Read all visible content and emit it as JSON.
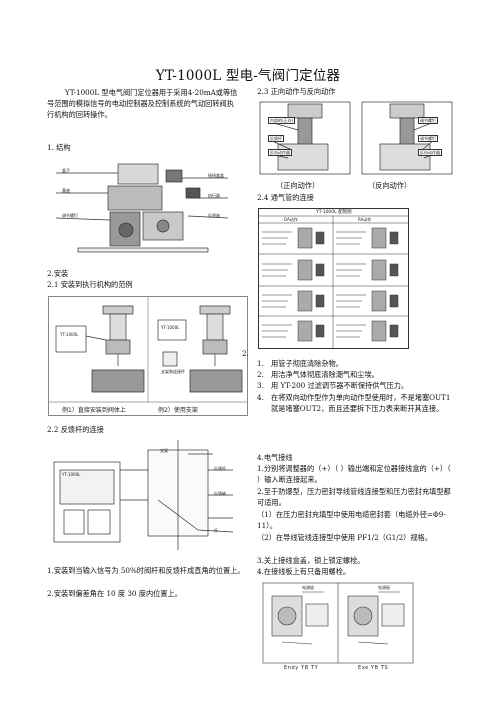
{
  "title": "YT-1000L 型电-气阀门定位器",
  "left": {
    "intro": "YT-1000L 型电气阀门定位器用于采用4-20mA或等信号范围的模拟信号的电动控制器及控制系统的气动回转阀执行机构的回转操作。",
    "sec1": "1.  结构",
    "sec2": "2.安装",
    "sec2_1": "2.1 安装到执行机构的范例",
    "fig2_label_model": "YT-1000L",
    "fig2_label_bracket": "支架和连接件",
    "fig2_caption1": "例1）直接安装到阀体上",
    "fig2_caption2": "例2）使用支架",
    "sec2_2": "2.2 反馈杆的连接",
    "fig3_labels": [
      "YT-1000L",
      "支架",
      "反馈杆",
      "反馈轴",
      "杆"
    ],
    "install1": "1.安装到当输入信号为 50%时阀杆和反馈杆成直角的位置上。",
    "install2": "2.安装到偏差角在 10 度 30 度内位置上。",
    "fig1_labels": [
      "盖子",
      "基座",
      "调节螺钉",
      "接线盒盖",
      "执行器",
      "反馈轴"
    ]
  },
  "right": {
    "sec2_3": "2.3 正向动作与反向动作",
    "fig4_labels_left": [
      "内部的(正向)",
      "反馈杆",
      "反向动作器"
    ],
    "fig4_labels_right": [
      "调节螺钉",
      "调节螺钉",
      "反向动作器"
    ],
    "fwd": "（正向动作）",
    "rev": "（反向动作）",
    "sec2_4": "2.4 通气管的连接",
    "table_title": "YT-1000L 配管图",
    "table_cols": [
      "DA动作",
      "RA动作"
    ],
    "marker2": "2.",
    "steps": [
      "用管子彻底清除杂物。",
      "用洁净气体彻底清除潮气和尘埃。",
      "用 YT-200 过滤调节器不断保持供气压力。",
      "在将双向动作型作为单向动作型使用时，不是堵塞OUT1就是堵塞OUT2，而且还要拆下压力表来断开其连接。"
    ],
    "sec4": "4.电气接线",
    "e1": "1.分别将调整器的（+）（ ）输出端和定位器接线盒的（+）（ ）输入断连接起来。",
    "e2": "2.至于防爆型，压力密封导线管线连接型和压力密封充填型都可适用。",
    "e3": "（1）在压力密封充填型中使用电缆密封套（电缆外径=Φ9-11）。",
    "e4": "（2）在导线管线连接型中使用 PF1/2（G1/2）规格。",
    "e5": "3.关上接线盒盖，锁上锁定螺栓。",
    "e6": "4.在接线板上有只备用螺栓。",
    "fig6_cap_left": "Endy YB TY",
    "fig6_cap_right": "Exe YB TS",
    "fig6_labels": [
      "电源极",
      "电源极"
    ]
  }
}
